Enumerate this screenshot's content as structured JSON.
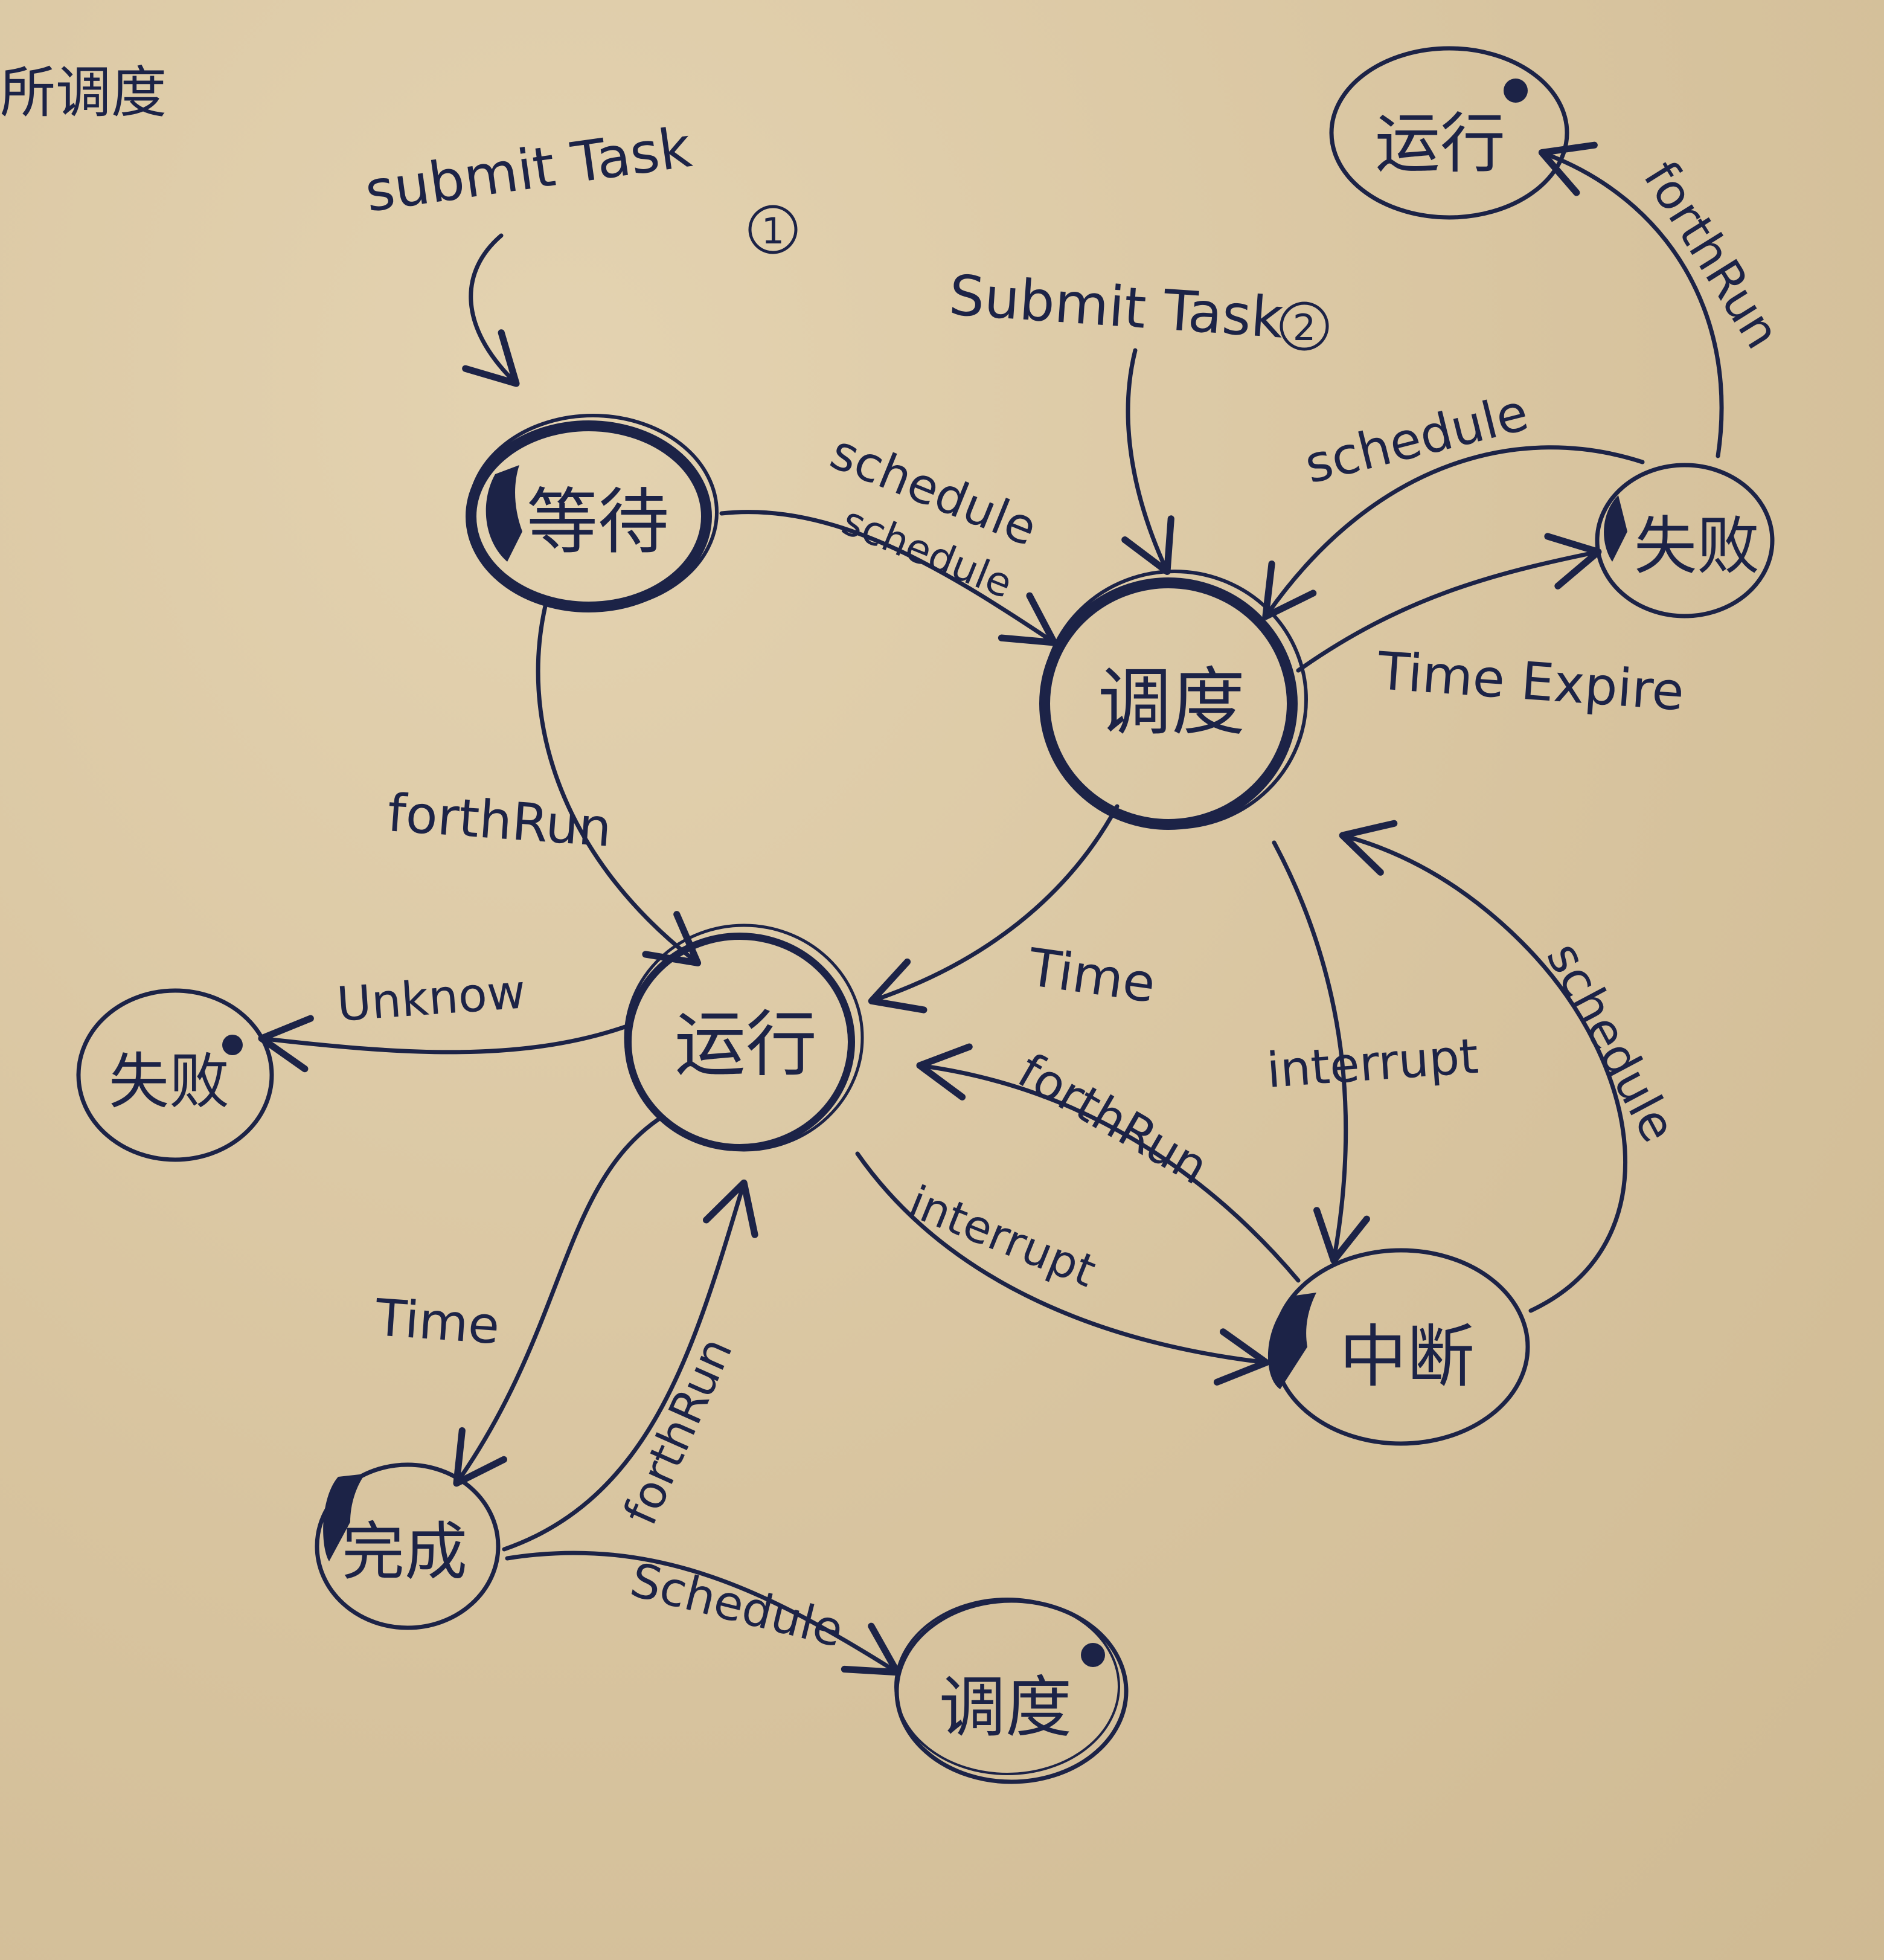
{
  "corner_note": "所调度",
  "nodes": {
    "wait": "等待",
    "schedule": "调度",
    "run": "运行",
    "fail_top": "失败",
    "run_top": "运行",
    "fail_left": "失败",
    "interrupt": "中断",
    "complete": "完成",
    "schedule_bottom": "调度"
  },
  "labels": {
    "submit1": "submit Task",
    "submit1_num": "1",
    "submit2": "Submit Task",
    "submit2_num": "2",
    "sched_wait_1": "schedule",
    "sched_wait_2": "schedule",
    "fail_to_sched": "schedule",
    "fail_to_run": "forthRun",
    "time_expire": "Time Expire",
    "wait_forthrun": "forthRun",
    "time_sched_run": "Time",
    "unknow": "Unknow",
    "interrupt_sched": "interrupt",
    "schedule_int": "schedule",
    "forthrun_int": "forthRun",
    "interrupt_run": "interrupt",
    "time_run_complete": "Time",
    "forthrun_complete": "forthRun",
    "schedule_complete": "Schedule"
  }
}
